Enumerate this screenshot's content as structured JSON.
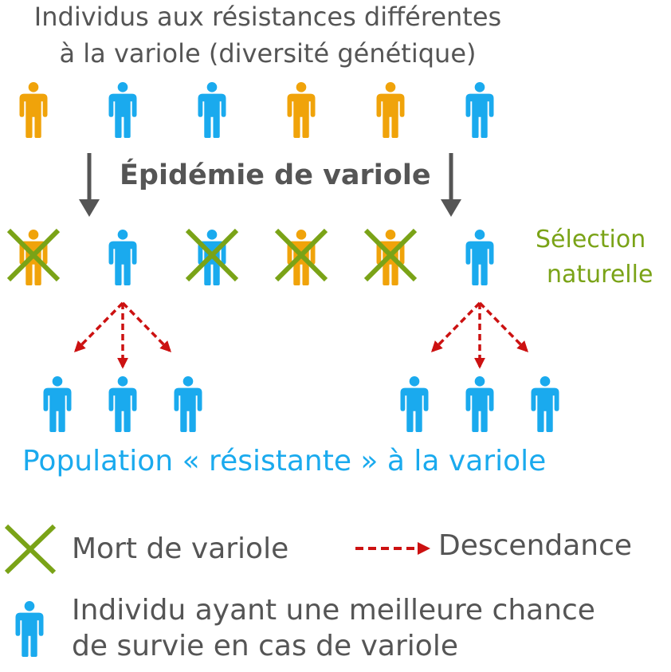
{
  "colors": {
    "resistant": "#1aaaee",
    "susceptible": "#f0a30a",
    "death_cross": "#7aa317",
    "descent_arrow": "#cc1111",
    "arrow": "#555555",
    "text": "#555555"
  },
  "header": {
    "line1": "Individus aux résistances différentes",
    "line2": "à la variole (diversité génétique)"
  },
  "epidemic_label": "Épidémie de variole",
  "selection": {
    "line1": "Sélection",
    "line2": "naturelle"
  },
  "population_label": "Population « résistante » à la variole",
  "initial_row": [
    "susceptible",
    "resistant",
    "resistant",
    "susceptible",
    "susceptible",
    "resistant"
  ],
  "after_epidemic_row": [
    {
      "type": "susceptible",
      "dead": true
    },
    {
      "type": "resistant",
      "dead": false
    },
    {
      "type": "resistant",
      "dead": true
    },
    {
      "type": "susceptible",
      "dead": true
    },
    {
      "type": "susceptible",
      "dead": true
    },
    {
      "type": "resistant",
      "dead": false
    }
  ],
  "offspring_per_survivor": 3,
  "legend": {
    "dead_label": "Mort de variole",
    "descendance_label": "Descendance",
    "individual_line1": "Individu ayant une meilleure chance",
    "individual_line2": "de survie en cas de variole"
  },
  "icons": {
    "person": "person-icon",
    "cross": "cross-icon",
    "arrow": "arrow-down-icon",
    "dashed_arrow": "dashed-arrow-icon"
  }
}
